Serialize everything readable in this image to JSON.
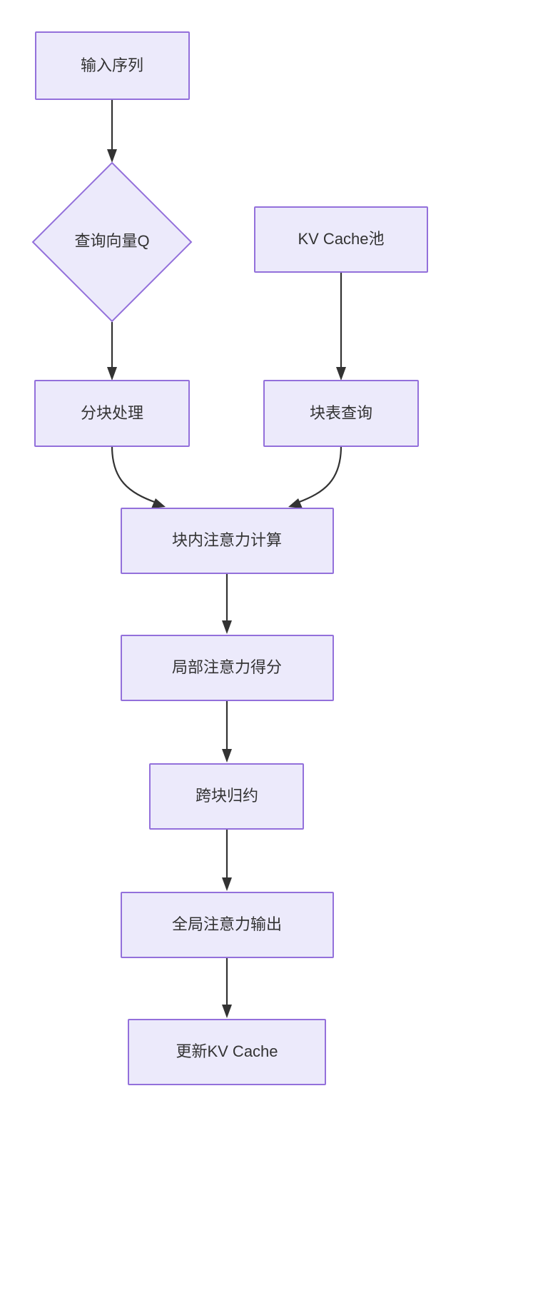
{
  "diagram": {
    "type": "flowchart",
    "direction": "top-to-bottom",
    "background_color": "#ffffff",
    "node_fill_color": "#ECEAFB",
    "node_border_color": "#9370DB",
    "node_text_color": "#333333",
    "edge_color": "#333333",
    "nodes": [
      {
        "id": "input_sequence",
        "label": "输入序列",
        "shape": "rectangle"
      },
      {
        "id": "query_vector",
        "label": "查询向量Q",
        "shape": "diamond"
      },
      {
        "id": "kv_cache_pool",
        "label": "KV Cache池",
        "shape": "rectangle"
      },
      {
        "id": "block_process",
        "label": "分块处理",
        "shape": "rectangle"
      },
      {
        "id": "block_table_query",
        "label": "块表查询",
        "shape": "rectangle"
      },
      {
        "id": "intra_block_attn",
        "label": "块内注意力计算",
        "shape": "rectangle"
      },
      {
        "id": "local_attn_score",
        "label": "局部注意力得分",
        "shape": "rectangle"
      },
      {
        "id": "cross_block_reduce",
        "label": "跨块归约",
        "shape": "rectangle"
      },
      {
        "id": "global_attn_out",
        "label": "全局注意力输出",
        "shape": "rectangle"
      },
      {
        "id": "update_kv_cache",
        "label": "更新KV Cache",
        "shape": "rectangle"
      }
    ],
    "edges": [
      {
        "from": "input_sequence",
        "to": "query_vector",
        "label": ""
      },
      {
        "from": "query_vector",
        "to": "block_process",
        "label": ""
      },
      {
        "from": "kv_cache_pool",
        "to": "block_table_query",
        "label": ""
      },
      {
        "from": "block_process",
        "to": "intra_block_attn",
        "label": ""
      },
      {
        "from": "block_table_query",
        "to": "intra_block_attn",
        "label": ""
      },
      {
        "from": "intra_block_attn",
        "to": "local_attn_score",
        "label": ""
      },
      {
        "from": "local_attn_score",
        "to": "cross_block_reduce",
        "label": ""
      },
      {
        "from": "cross_block_reduce",
        "to": "global_attn_out",
        "label": ""
      },
      {
        "from": "global_attn_out",
        "to": "update_kv_cache",
        "label": ""
      }
    ]
  }
}
